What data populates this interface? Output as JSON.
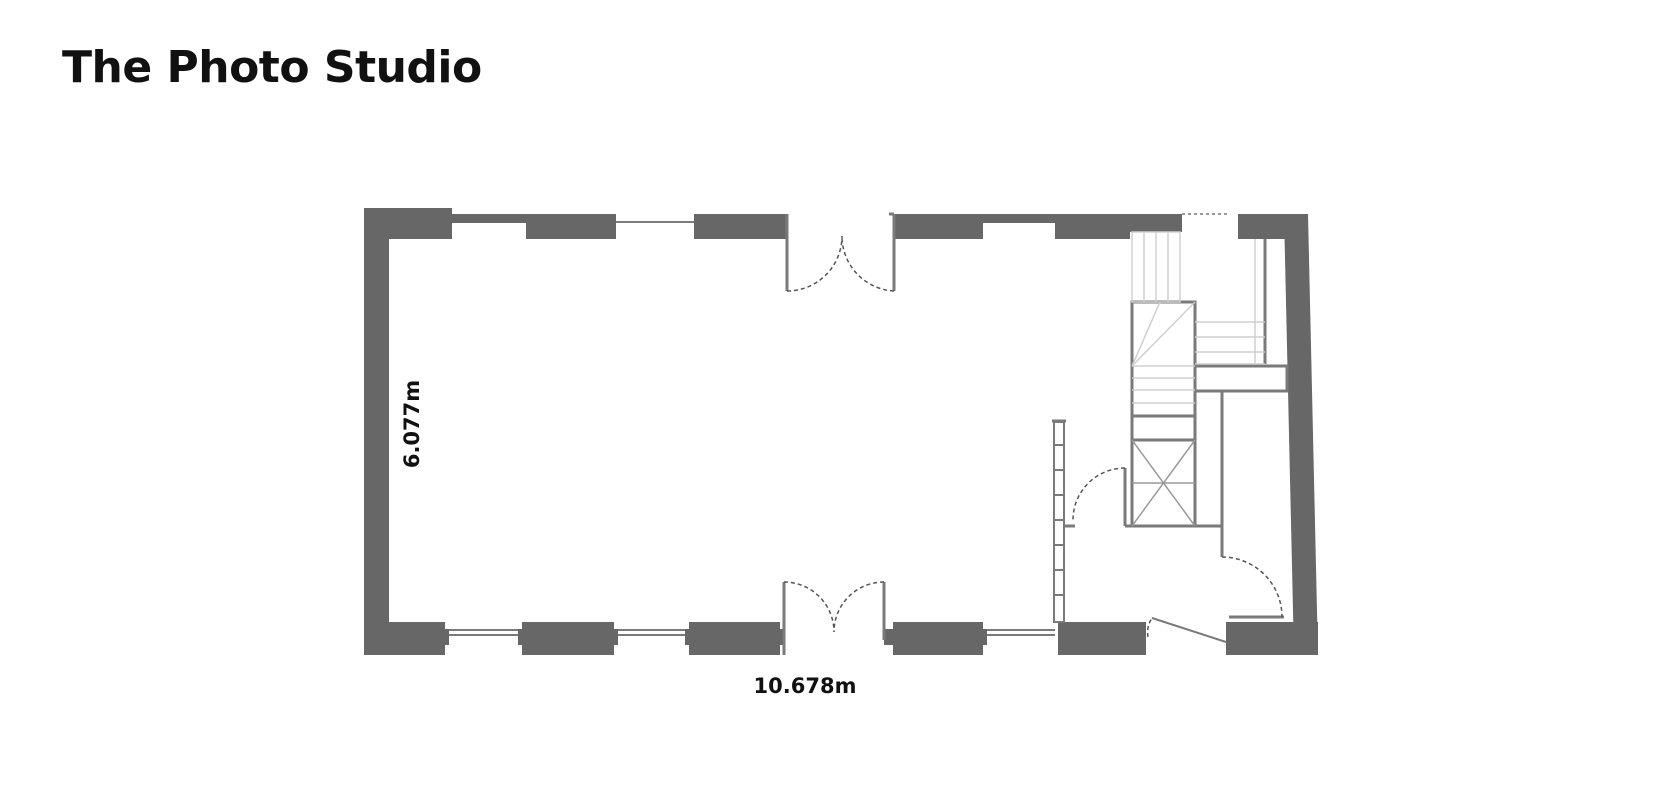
{
  "title": "The Photo Studio",
  "dimensions": {
    "length": "10.678m",
    "width": "6.077m"
  },
  "colors": {
    "wall": "#676767",
    "thin_line": "#7a7a7a",
    "stair_line": "#cfcfcf",
    "text": "#111111",
    "background": "#ffffff"
  }
}
